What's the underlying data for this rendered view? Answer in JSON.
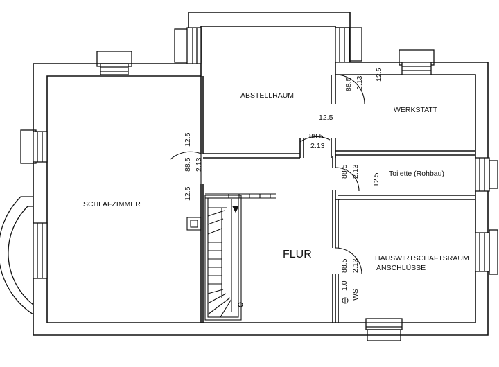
{
  "rooms": {
    "abstellraum": "ABSTELLRAUM",
    "werkstatt": "WERKSTATT",
    "schlafzimmer": "SCHLAFZIMMER",
    "flur": "FLUR",
    "toilette": "Toilette (Rohbau)",
    "hauswirtschaft_line1": "HAUSWIRTSCHAFTSRAUM",
    "hauswirtschaft_line2": "ANSCHLÜSSE"
  },
  "dimensions": {
    "d88_5": "88.5",
    "d2_13": "2.13",
    "d12_5": "12.5",
    "d1_0": "1.0"
  },
  "symbols": {
    "ws": "WS"
  },
  "colors": {
    "line": "#111111",
    "background": "#ffffff"
  }
}
